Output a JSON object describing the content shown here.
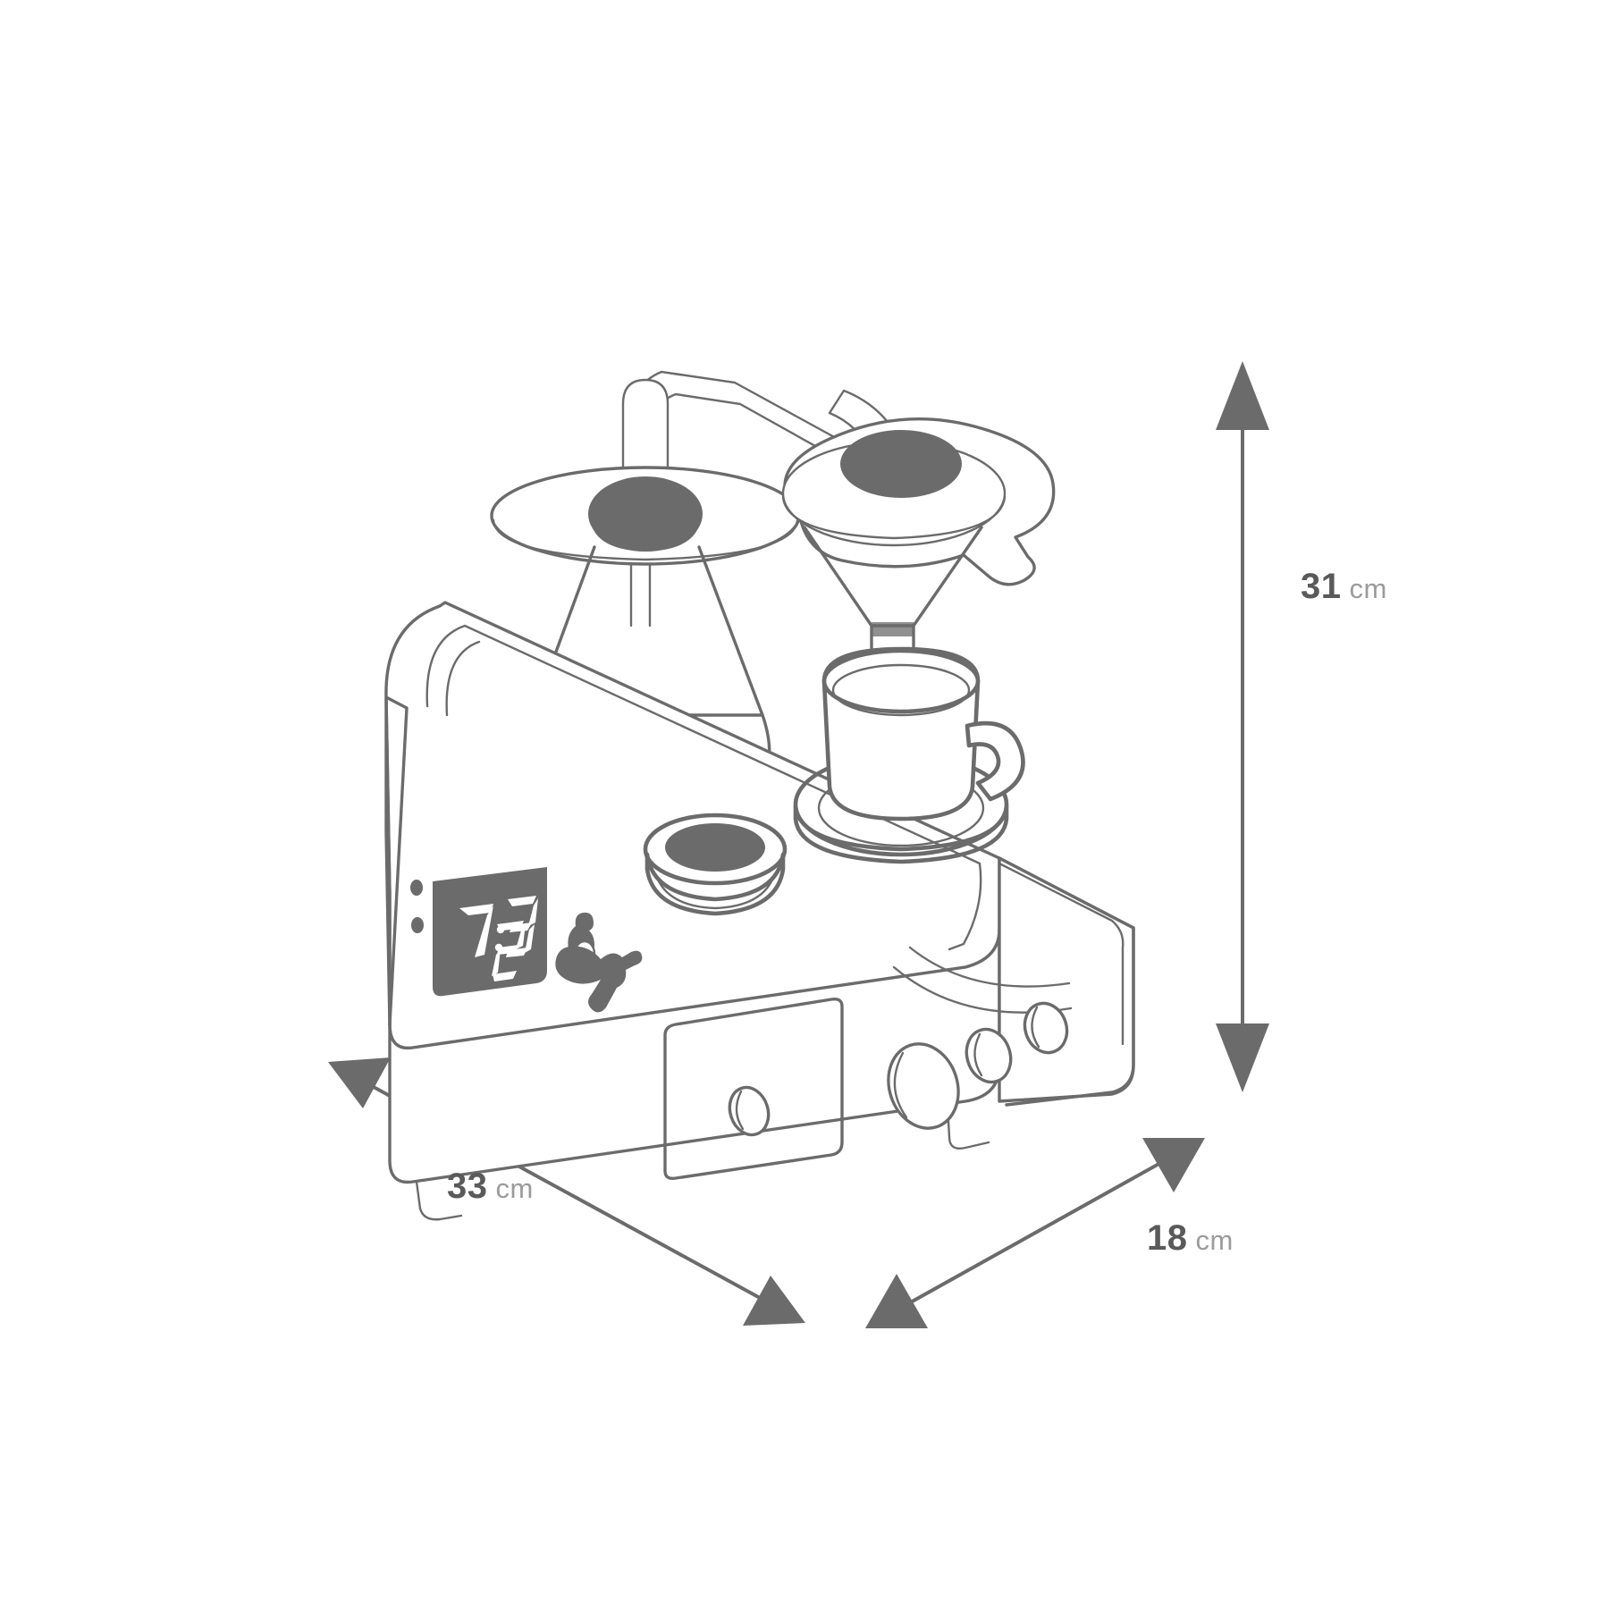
{
  "diagram": {
    "kind": "product-dimension-line-drawing",
    "subject": "coffee brewing alarm clock",
    "background_color": "#ffffff",
    "line_color": "#6b6b6b",
    "fill_dark": "#6b6b6b",
    "label_number_color": "#5a5a5a",
    "label_unit_color": "#9b9b9b"
  },
  "dimensions": {
    "height": {
      "value": "31",
      "unit": "cm"
    },
    "width": {
      "value": "33",
      "unit": "cm"
    },
    "depth": {
      "value": "18",
      "unit": "cm"
    }
  },
  "device": {
    "display": {
      "time": "7:32",
      "screen_color": "#5f5f5f",
      "digit_color": "#ffffff"
    },
    "indicator_lights": [
      "led-top",
      "led-bottom"
    ],
    "icons": [
      "alarm-bell-icon",
      "water-tap-icon"
    ],
    "controls": {
      "main_dial": "large-rotary-dial",
      "buttons": [
        "button-left",
        "button-mid",
        "button-right"
      ]
    },
    "parts": [
      "water-spout-left",
      "water-spout-right",
      "glass-carafe",
      "pour-over-dripper",
      "coffee-cup",
      "saucer",
      "sugar-bowl",
      "warming-plate",
      "base-unit"
    ]
  }
}
